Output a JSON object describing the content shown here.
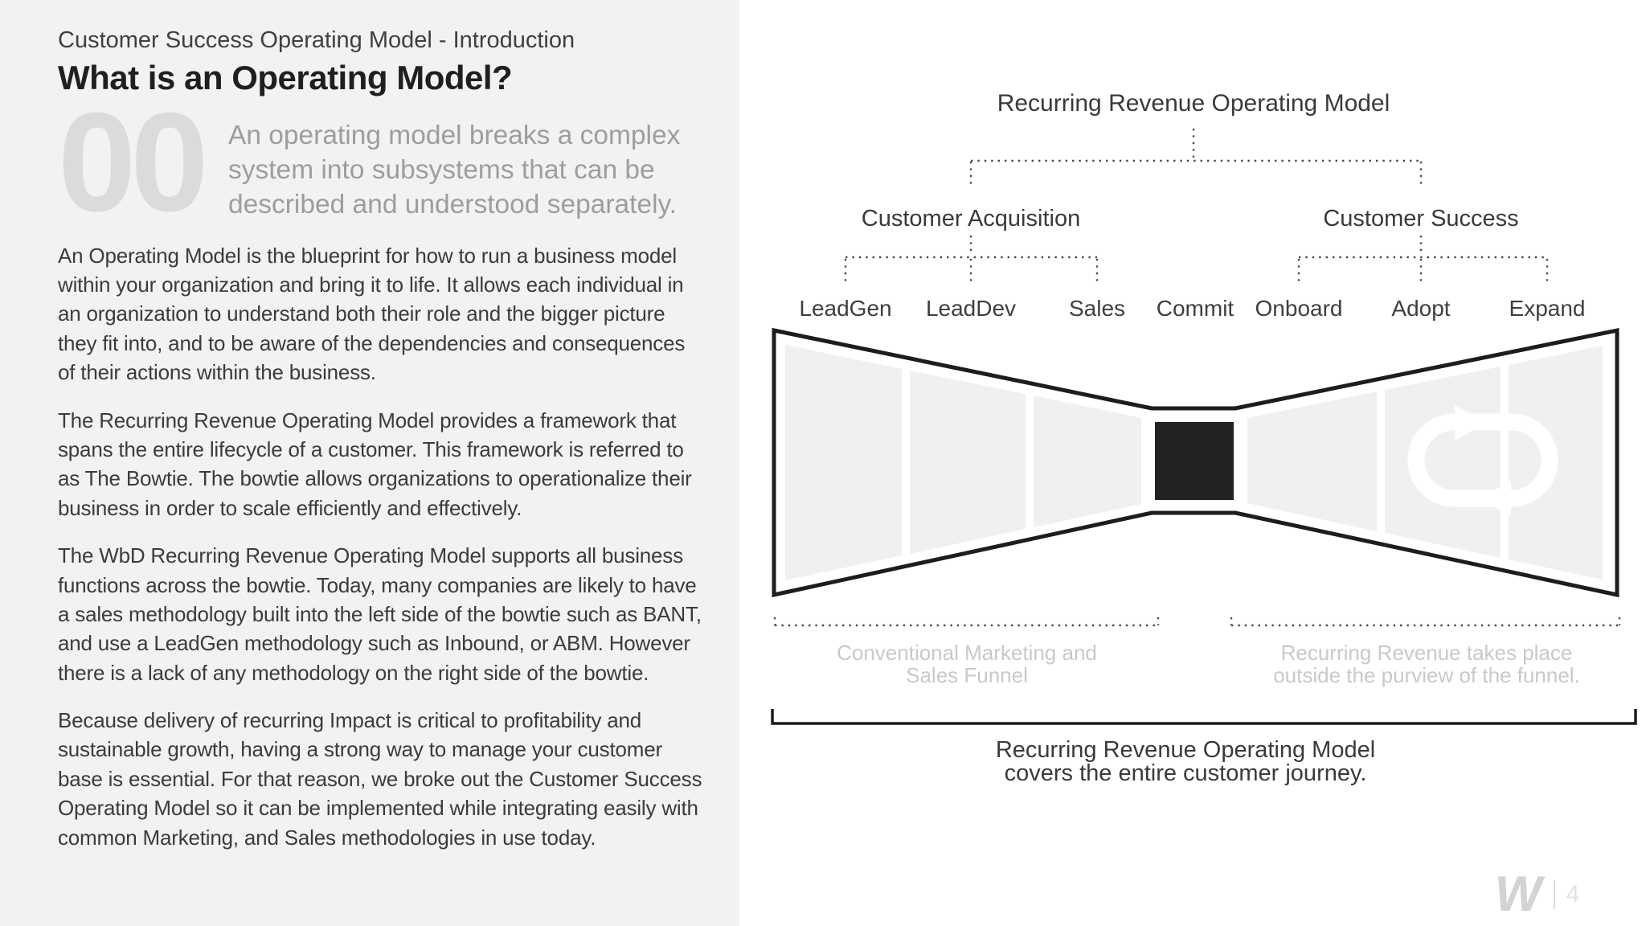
{
  "left_panel": {
    "eyebrow": "Customer Success Operating Model - Introduction",
    "title": "What is an Operating Model?",
    "section_number": "00",
    "lede": "An operating model breaks a complex system into subsystems that can be described and understood separately.",
    "paragraphs": [
      "An Operating Model is the blueprint for how to run a business model within your organization and bring it to life. It allows each individual in an organization to understand both their role and the bigger picture they fit into, and to be aware of the dependencies and consequences of their actions within the business.",
      "The Recurring Revenue Operating Model provides a framework that spans the entire lifecycle of a customer. This framework is referred to as The Bowtie.  The bowtie allows organizations to operationalize their business in order to scale efficiently and effectively.",
      "The WbD Recurring Revenue Operating Model supports all business functions across the bowtie. Today, many companies are likely to have a sales methodology built into the left side of the bowtie such as BANT, and use a LeadGen methodology such as Inbound, or ABM. However there is a lack of any methodology on the right side of the bowtie.",
      "Because delivery of recurring Impact is critical to profitability and sustainable growth, having a strong way to manage your customer base is essential.  For that reason, we broke out the Customer Success Operating Model so it can be implemented while integrating easily with common Marketing, and Sales methodologies in use today."
    ]
  },
  "diagram": {
    "root": "Recurring Revenue Operating Model",
    "branches": [
      {
        "label": "Customer Acquisition",
        "children": [
          "LeadGen",
          "LeadDev",
          "Sales"
        ]
      },
      {
        "label": "Customer Success",
        "children": [
          "Onboard",
          "Adopt",
          "Expand"
        ]
      }
    ],
    "stages": [
      "LeadGen",
      "LeadDev",
      "Sales",
      "Commit",
      "Onboard",
      "Adopt",
      "Expand"
    ],
    "left_caption": [
      "Conventional Marketing and",
      "Sales Funnel"
    ],
    "right_caption": [
      "Recurring Revenue takes place",
      "outside the purview of the funnel."
    ],
    "bottom_caption": [
      "Recurring Revenue Operating Model",
      "covers the entire customer journey."
    ],
    "icons": {
      "center": "commit-block",
      "right": "recycle-loop-icon"
    }
  },
  "footer": {
    "logo_mark": "W",
    "page": "4"
  },
  "colors": {
    "left_panel_bg": "#f2f2f2",
    "diagram_bg": "#ffffff",
    "body_text": "#3b3b3b",
    "muted_text": "#9d9d9d",
    "faint_text": "#c9c9c9",
    "outline": "#1d1d1d",
    "panel_fill": "#f0f0f0",
    "commit_block": "#232323"
  }
}
